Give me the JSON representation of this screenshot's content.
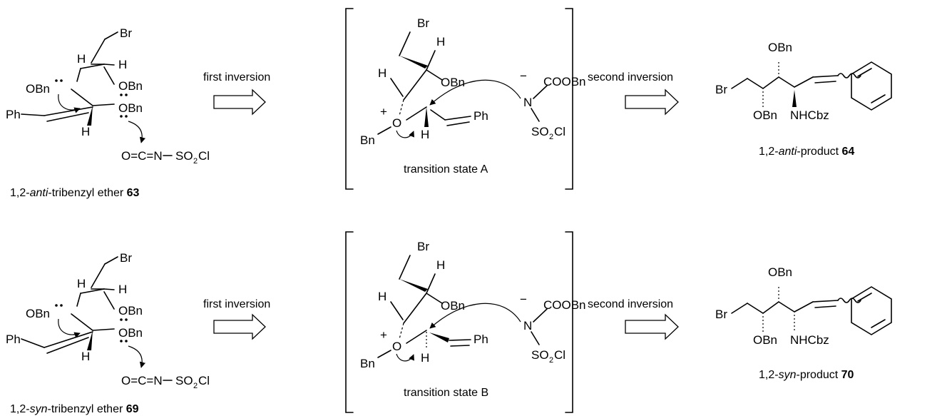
{
  "atoms": {
    "br": "Br",
    "h": "H",
    "obn": "OBn",
    "bn": "Bn",
    "o": "O",
    "ph": "Ph",
    "isocyanate_prefix": "O=C=N",
    "so2cl_s": "SO",
    "so2cl_sub": "2",
    "so2cl_cl": "Cl",
    "coobn": "COOBn",
    "n": "N",
    "plus": "+",
    "minus": "−",
    "nhcbz": "NHCbz"
  },
  "arrows": {
    "first": "first inversion",
    "second": "second inversion"
  },
  "rows": [
    {
      "start": {
        "prefix": "1,2-",
        "stereo": "anti",
        "suffix": "-tribenzyl ether ",
        "number": "63"
      },
      "ts": "transition state A",
      "product": {
        "prefix": "1,2-",
        "stereo": "anti",
        "suffix": "-product ",
        "number": "64"
      }
    },
    {
      "start": {
        "prefix": "1,2-",
        "stereo": "syn",
        "suffix": "-tribenzyl ether ",
        "number": "69"
      },
      "ts": "transition state B",
      "product": {
        "prefix": "1,2-",
        "stereo": "syn",
        "suffix": "-product ",
        "number": "70"
      }
    }
  ]
}
